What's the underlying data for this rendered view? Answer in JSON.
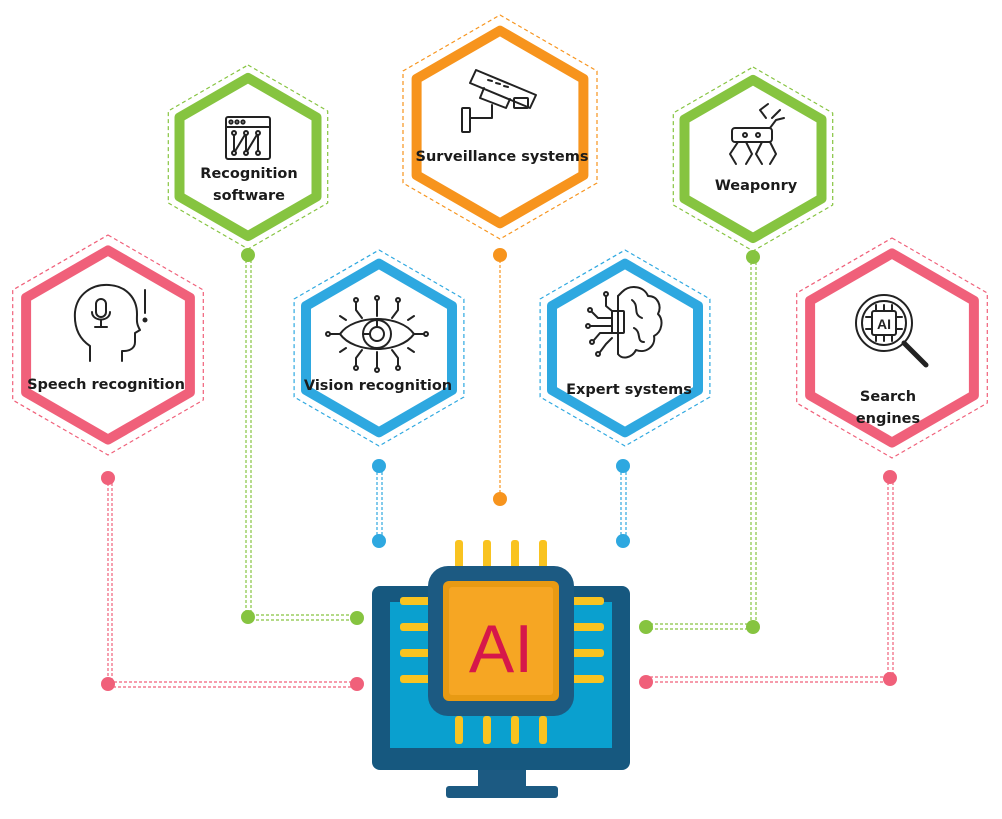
{
  "colors": {
    "pink": "#f0607a",
    "green": "#86c440",
    "orange": "#f7941d",
    "blue": "#2ea8e0",
    "monitor_frame": "#16587f",
    "screen": "#0aa0cf",
    "chip_dark": "#1c5a82",
    "chip_gold": "#e89a13",
    "chip_face": "#f6a623",
    "pins": "#f9c320",
    "ai_text": "#d6174a"
  },
  "center": {
    "label": "AI",
    "icon": "monitor-ai-chip-icon"
  },
  "nodes": [
    {
      "id": "speech",
      "label": "Speech recognition",
      "color": "pink",
      "icon": "head-microphone-icon"
    },
    {
      "id": "recognition",
      "label": "Recognition\nsoftware",
      "color": "green",
      "icon": "pattern-window-icon"
    },
    {
      "id": "vision",
      "label": "Vision recognition",
      "color": "blue",
      "icon": "circuit-eye-icon"
    },
    {
      "id": "surveillance",
      "label": "Surveillance systems",
      "color": "orange",
      "icon": "security-camera-icon"
    },
    {
      "id": "expert",
      "label": "Expert systems",
      "color": "blue",
      "icon": "circuit-brain-icon"
    },
    {
      "id": "weaponry",
      "label": "Weaponry",
      "color": "green",
      "icon": "robot-dog-icon"
    },
    {
      "id": "search",
      "label": "Search engines",
      "color": "pink",
      "icon": "ai-magnifier-icon"
    }
  ]
}
